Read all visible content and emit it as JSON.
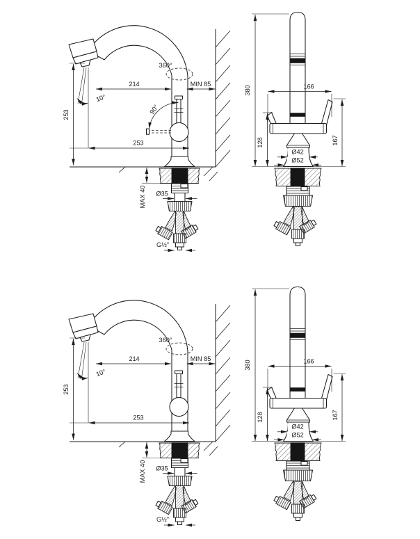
{
  "meta": {
    "sheet_background": "#ffffff",
    "line_color": "#1d1d1d",
    "drawing_type": "kitchen-faucet-dimensional-drawing",
    "panels": [
      "side-view-top",
      "front-view-top",
      "side-view-bottom",
      "front-view-bottom"
    ]
  },
  "views": {
    "side_top": {
      "labels": {
        "swivel_angle": "360°",
        "spout_reach": "214",
        "wall_clearance": "MIN 85",
        "stream_angle": "10°",
        "spout_height": "253",
        "handle_swing": "90°",
        "horizontal_reach": "253",
        "max_counter_thickness": "MAX 40",
        "shank_diameter": "Ø35",
        "connection_thread": "G½\""
      }
    },
    "front_top": {
      "labels": {
        "total_height": "380",
        "handle_span": "166",
        "left_handle_height": "128",
        "right_handle_height": "167",
        "body_diameter": "Ø42",
        "base_diameter": "Ø52"
      }
    },
    "side_bottom": {
      "labels": {
        "swivel_angle": "360°",
        "spout_reach": "214",
        "wall_clearance": "MIN 85",
        "stream_angle": "10°",
        "spout_height": "253",
        "horizontal_reach": "253",
        "max_counter_thickness": "MAX 40",
        "shank_diameter": "Ø35",
        "connection_thread": "G½\""
      }
    },
    "front_bottom": {
      "labels": {
        "total_height": "380",
        "handle_span": "166",
        "left_handle_height": "128",
        "right_handle_height": "167",
        "body_diameter": "Ø42",
        "base_diameter": "Ø52"
      }
    }
  }
}
